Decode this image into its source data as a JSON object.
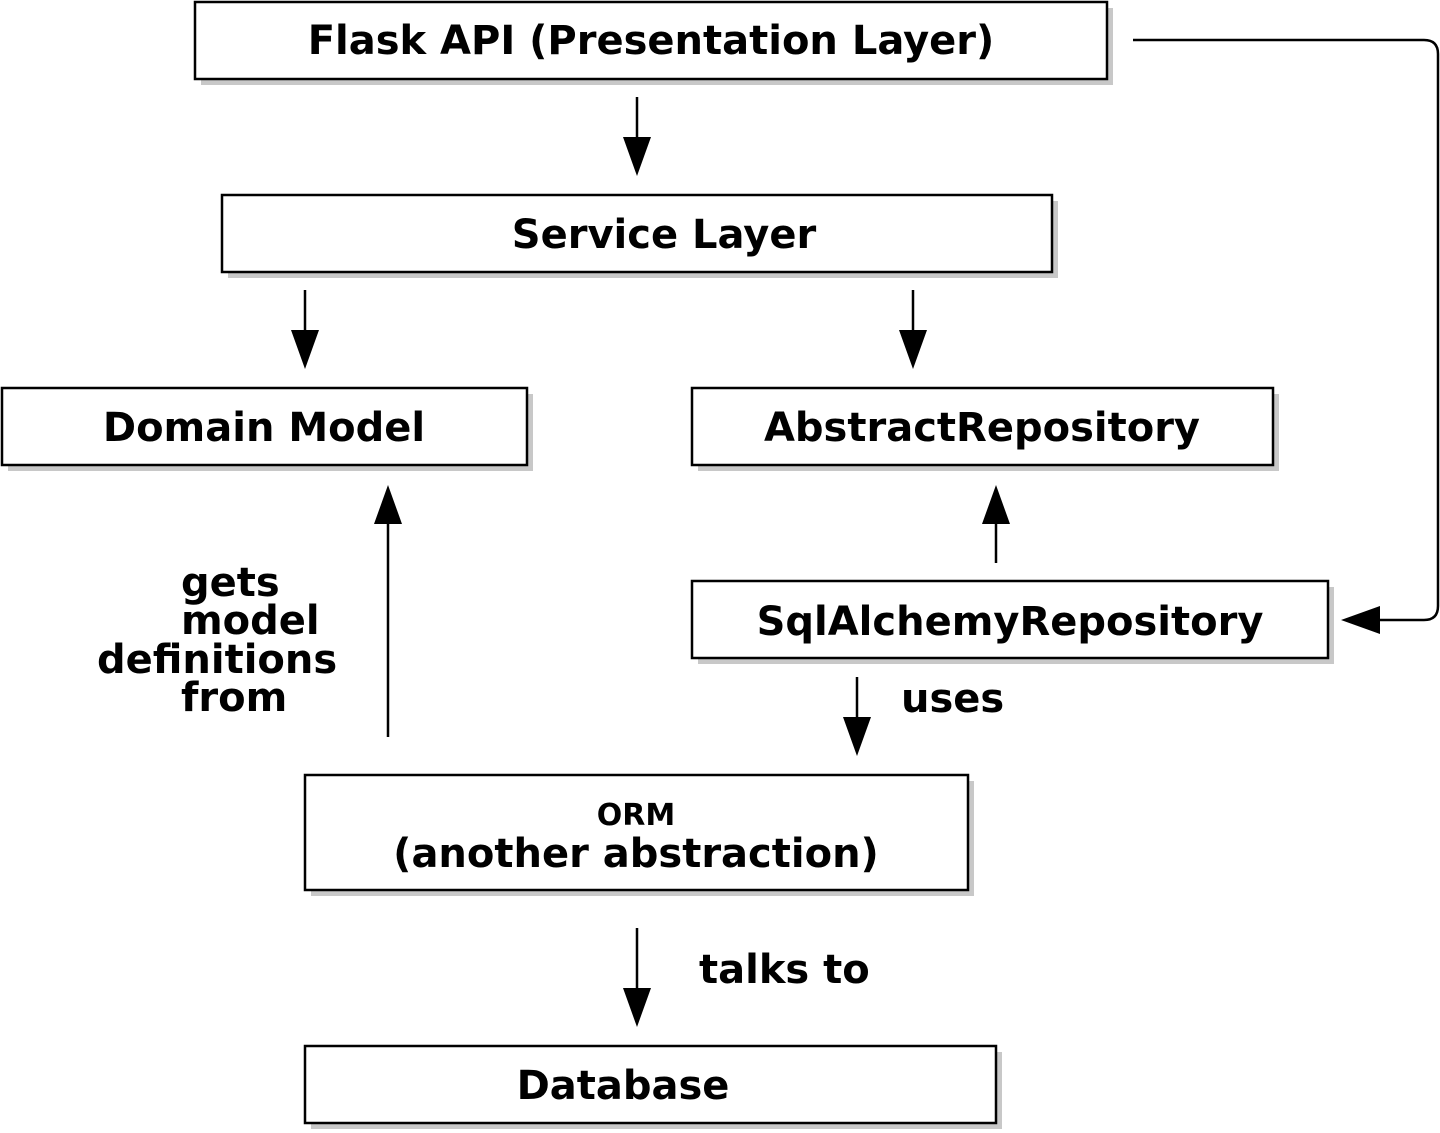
{
  "nodes": {
    "flask_api": "Flask API (Presentation Layer)",
    "service_layer": "Service Layer",
    "domain_model": "Domain Model",
    "abstract_repository": "AbstractRepository",
    "sqlalchemy_repository": "SqlAlchemyRepository",
    "orm_title": "ORM",
    "orm_subtitle": "(another abstraction)",
    "database": "Database"
  },
  "edge_labels": {
    "gets_model": [
      "gets",
      "model",
      "definitions",
      "from"
    ],
    "uses": "uses",
    "talks_to": "talks to"
  }
}
